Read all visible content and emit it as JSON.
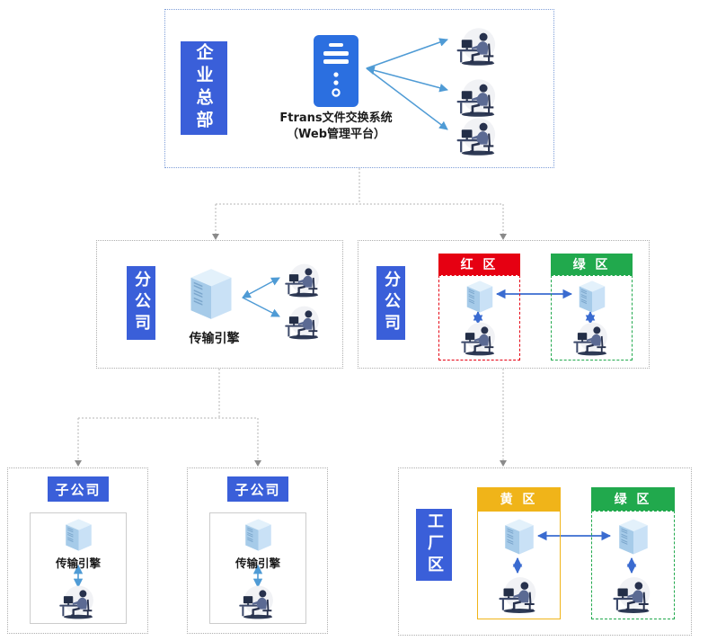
{
  "colors": {
    "label_blue": "#3a5fd9",
    "server_blue": "#2b6fe0",
    "red_zone": "#e60012",
    "green_zone": "#21a94d",
    "yellow_zone": "#f0b419",
    "light_blue_arrow": "#4f9bd5",
    "royal_blue_arrow": "#3a6bd0",
    "connector_gray": "#b5b5b5"
  },
  "headquarters": {
    "label": "企业总部",
    "system_title": "Ftrans文件交换系统",
    "system_subtitle": "（Web管理平台）"
  },
  "branch_engine": {
    "label": "分公司",
    "engine_label": "传输引擎"
  },
  "branch_zoned": {
    "label": "分公司",
    "zones": [
      {
        "name": "红 区",
        "color": "#e60012"
      },
      {
        "name": "绿 区",
        "color": "#21a94d"
      }
    ]
  },
  "subsidiaries": [
    {
      "label": "子公司",
      "engine_label": "传输引擎"
    },
    {
      "label": "子公司",
      "engine_label": "传输引擎"
    }
  ],
  "factory": {
    "label": "工厂区",
    "zones": [
      {
        "name": "黄 区",
        "color": "#f0b419"
      },
      {
        "name": "绿 区",
        "color": "#21a94d"
      }
    ]
  }
}
